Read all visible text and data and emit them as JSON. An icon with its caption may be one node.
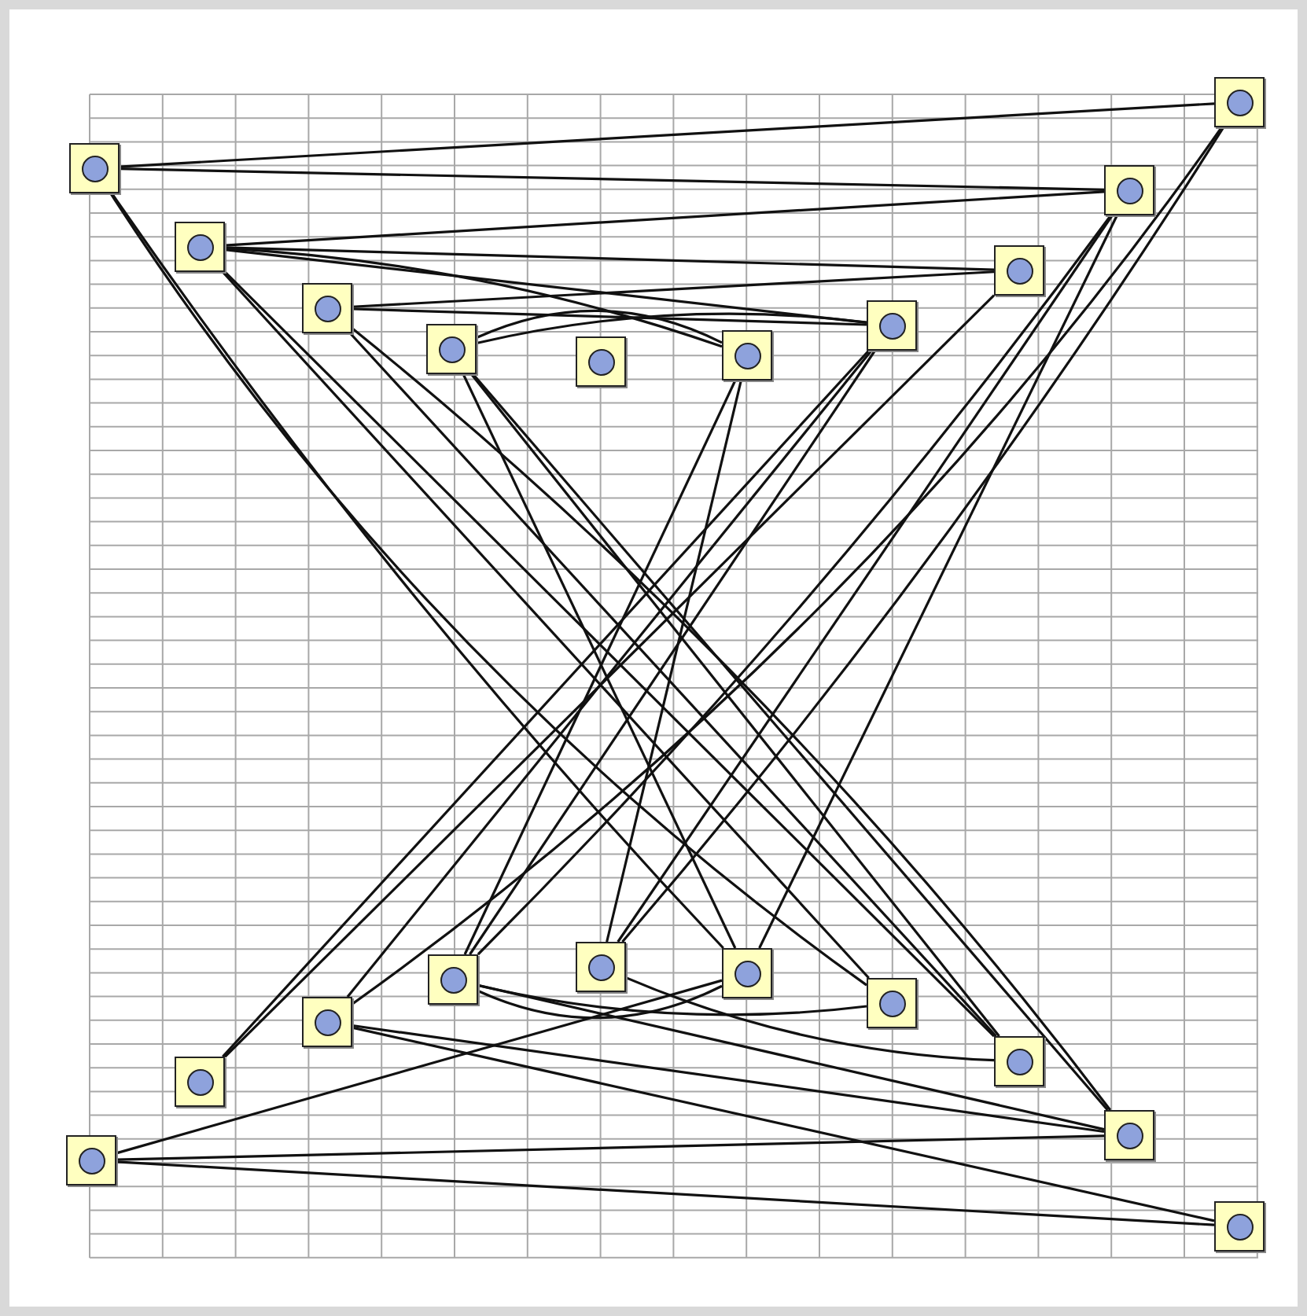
{
  "diagram": {
    "nodes": [
      {
        "text": [],
        "shape": "box"
      },
      {
        "text": [],
        "shape": "box"
      },
      {
        "text": [],
        "shape": "box"
      },
      {
        "text": [],
        "shape": "box"
      },
      {
        "text": [],
        "shape": "box"
      },
      {
        "text": [],
        "shape": "box"
      },
      {
        "text": [],
        "shape": "box"
      },
      {
        "text": [],
        "shape": "box"
      },
      {
        "text": [],
        "shape": "box"
      },
      {
        "text": [],
        "shape": "box"
      },
      {
        "text": [],
        "shape": "box"
      },
      {
        "text": [],
        "shape": "box"
      },
      {
        "text": [],
        "shape": "box"
      },
      {
        "text": [],
        "shape": "box"
      },
      {
        "text": [],
        "shape": "box"
      },
      {
        "text": [],
        "shape": "box"
      },
      {
        "text": [],
        "shape": "box"
      },
      {
        "text": [],
        "shape": "box"
      },
      {
        "text": [],
        "shape": "box"
      },
      {
        "text": [],
        "shape": "box"
      }
    ],
    "edges": [
      {
        "from": 0,
        "to": 9,
        "arrow": "none"
      },
      {
        "from": 0,
        "to": 8,
        "arrow": "none"
      },
      {
        "from": 1,
        "to": 8,
        "arrow": "none"
      },
      {
        "from": 1,
        "to": 7,
        "arrow": "none"
      },
      {
        "from": 1,
        "to": 6,
        "arrow": "none"
      },
      {
        "from": 1,
        "to": 5,
        "arrow": "none"
      },
      {
        "from": 2,
        "to": 7,
        "arrow": "none"
      },
      {
        "from": 2,
        "to": 6,
        "arrow": "none"
      },
      {
        "from": 3,
        "to": 6,
        "arrow": "none"
      },
      {
        "from": 3,
        "to": 5,
        "arrow": "none"
      },
      {
        "from": 10,
        "to": 15,
        "arrow": "none"
      },
      {
        "from": 10,
        "to": 18,
        "arrow": "none"
      },
      {
        "from": 10,
        "to": 19,
        "arrow": "none"
      },
      {
        "from": 13,
        "to": 15,
        "arrow": "none"
      },
      {
        "from": 13,
        "to": 16,
        "arrow": "none"
      },
      {
        "from": 13,
        "to": 18,
        "arrow": "none"
      },
      {
        "from": 14,
        "to": 17,
        "arrow": "none"
      },
      {
        "from": 12,
        "to": 18,
        "arrow": "none"
      },
      {
        "from": 12,
        "to": 19,
        "arrow": "none"
      },
      {
        "from": 0,
        "to": 15,
        "arrow": "none"
      },
      {
        "from": 0,
        "to": 16,
        "arrow": "none"
      },
      {
        "from": 1,
        "to": 16,
        "arrow": "none"
      },
      {
        "from": 1,
        "to": 17,
        "arrow": "none"
      },
      {
        "from": 3,
        "to": 18,
        "arrow": "none"
      },
      {
        "from": 3,
        "to": 17,
        "arrow": "none"
      },
      {
        "from": 2,
        "to": 17,
        "arrow": "none"
      },
      {
        "from": 2,
        "to": 18,
        "arrow": "none"
      },
      {
        "from": 3,
        "to": 15,
        "arrow": "none"
      },
      {
        "from": 5,
        "to": 13,
        "arrow": "none"
      },
      {
        "from": 5,
        "to": 14,
        "arrow": "none"
      },
      {
        "from": 6,
        "to": 12,
        "arrow": "none"
      },
      {
        "from": 6,
        "to": 13,
        "arrow": "none"
      },
      {
        "from": 6,
        "to": 11,
        "arrow": "none"
      },
      {
        "from": 7,
        "to": 11,
        "arrow": "none"
      },
      {
        "from": 8,
        "to": 14,
        "arrow": "none"
      },
      {
        "from": 8,
        "to": 15,
        "arrow": "none"
      },
      {
        "from": 8,
        "to": 13,
        "arrow": "none"
      },
      {
        "from": 9,
        "to": 14,
        "arrow": "none"
      },
      {
        "from": 9,
        "to": 12,
        "arrow": "none"
      }
    ]
  }
}
